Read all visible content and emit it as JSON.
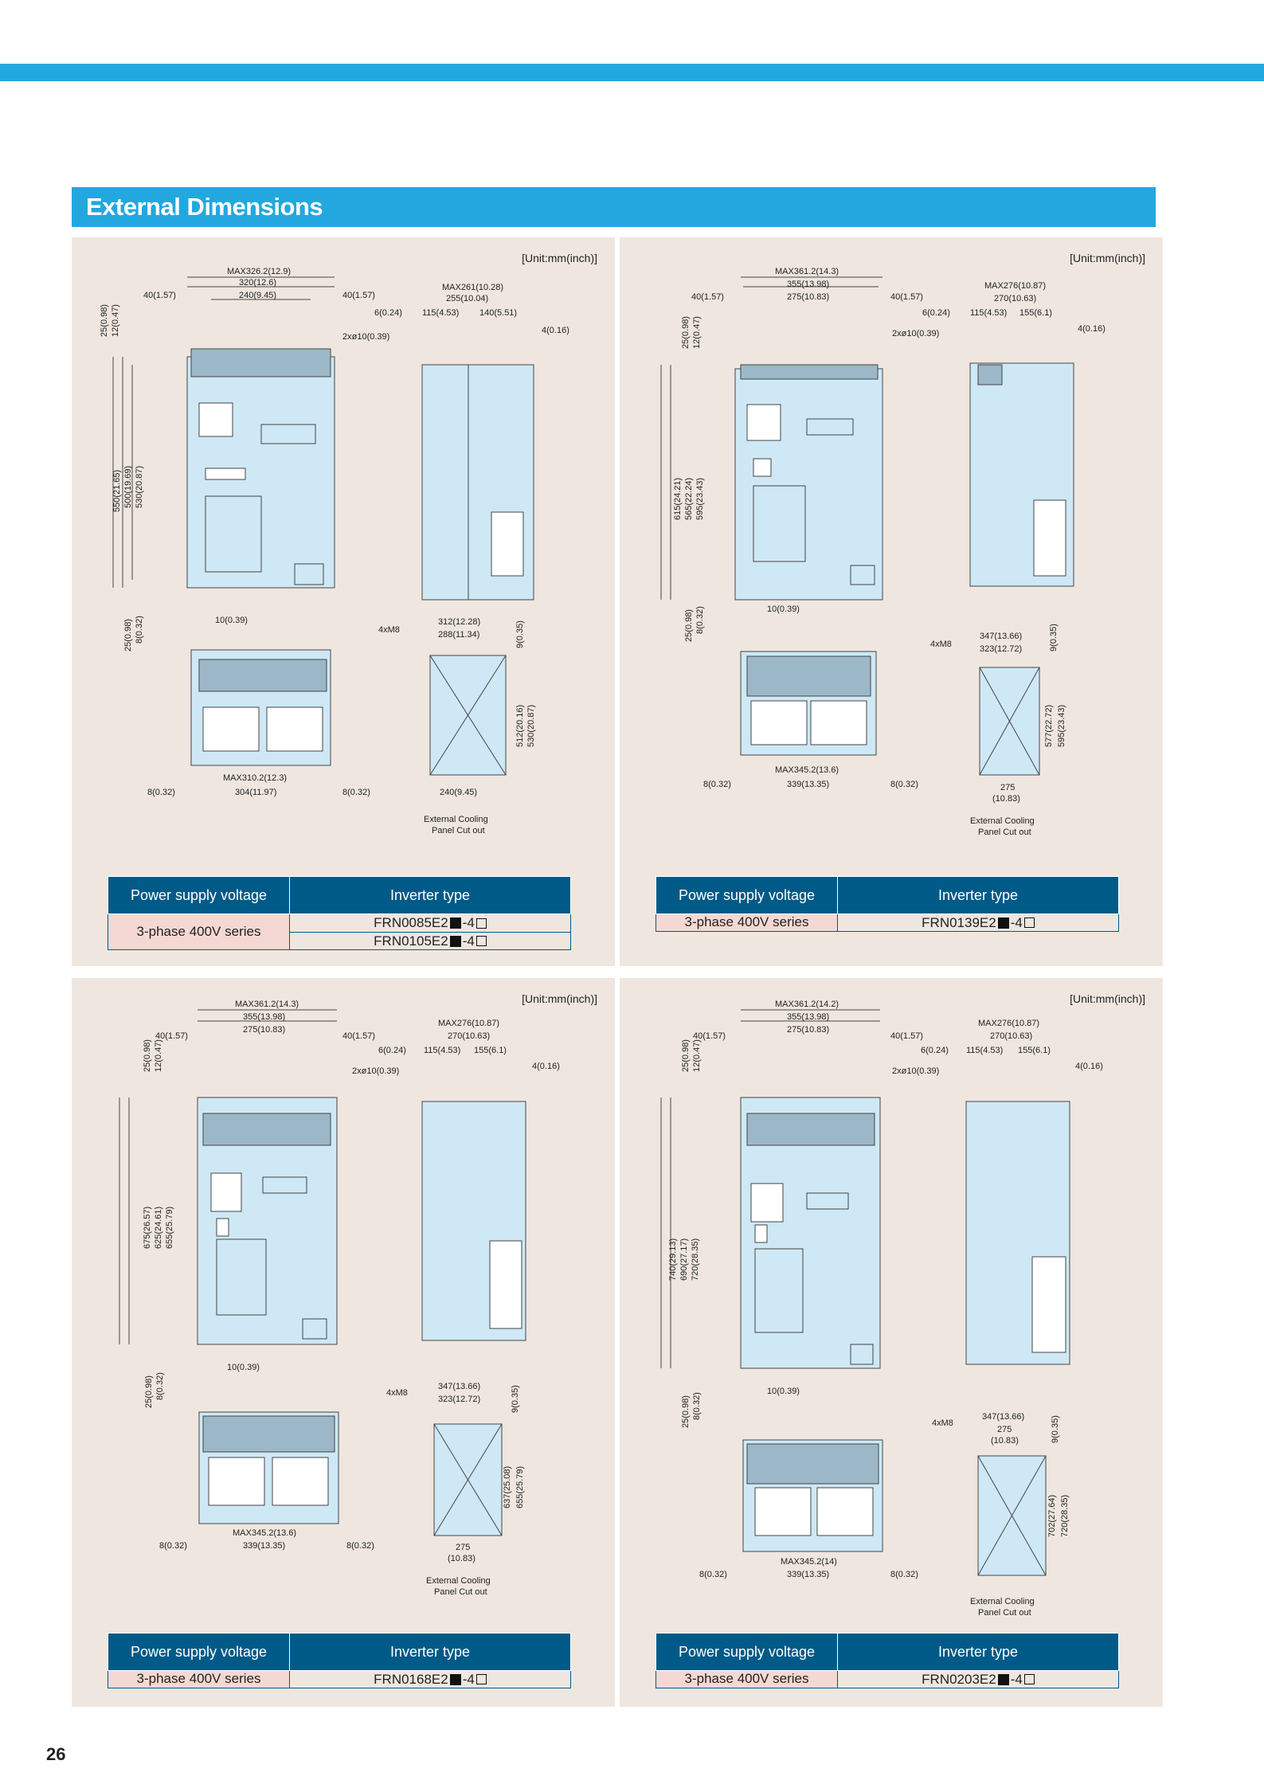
{
  "section_title": "External Dimensions",
  "page_number": "26",
  "unit_label": "[Unit:mm(inch)]",
  "table_headers": {
    "voltage": "Power supply voltage",
    "inverter": "Inverter type"
  },
  "panels": [
    {
      "voltage": "3-phase 400V series",
      "models": [
        "FRN0085E2",
        "FRN0105E2"
      ],
      "suffix": "-4",
      "dims_top": [
        "MAX326.2(12.9)",
        "320(12.6)",
        "240(9.45)",
        "40(1.57)",
        "40(1.57)"
      ],
      "dims_side": [
        "MAX261(10.28)",
        "255(10.04)",
        "115(4.53)",
        "140(5.51)",
        "6(0.24)",
        "4(0.16)",
        "2xø10(0.39)"
      ],
      "dims_left": [
        "25(0.98)",
        "12(0.47)",
        "550(21.65)",
        "500(19.69)",
        "530(20.87)",
        "25(0.98)",
        "8(0.32)",
        "10(0.39)"
      ],
      "dims_bottom": [
        "MAX310.2(12.3)",
        "304(11.97)",
        "8(0.32)",
        "8(0.32)"
      ],
      "dims_cut": [
        "4xM8",
        "312(12.28)",
        "288(11.34)",
        "9(0.35)",
        "512(20.16)",
        "530(20.87)",
        "240(9.45)"
      ],
      "cut_label": [
        "External Cooling",
        "Panel Cut out"
      ]
    },
    {
      "voltage": "3-phase 400V series",
      "models": [
        "FRN0139E2"
      ],
      "suffix": "-4",
      "dims_top": [
        "MAX361.2(14.3)",
        "355(13.98)",
        "275(10.83)",
        "40(1.57)",
        "40(1.57)"
      ],
      "dims_side": [
        "MAX276(10.87)",
        "270(10.63)",
        "115(4.53)",
        "155(6.1)",
        "6(0.24)",
        "4(0.16)",
        "2xø10(0.39)"
      ],
      "dims_left": [
        "25(0.98)",
        "12(0.47)",
        "615(24.21)",
        "565(22.24)",
        "595(23.43)",
        "25(0.98)",
        "8(0.32)",
        "10(0.39)"
      ],
      "dims_bottom": [
        "MAX345.2(13.6)",
        "339(13.35)",
        "8(0.32)",
        "8(0.32)"
      ],
      "dims_cut": [
        "4xM8",
        "347(13.66)",
        "323(12.72)",
        "9(0.35)",
        "577(22.72)",
        "595(23.43)",
        "275",
        "(10.83)"
      ],
      "cut_label": [
        "External Cooling",
        "Panel Cut out"
      ]
    },
    {
      "voltage": "3-phase 400V series",
      "models": [
        "FRN0168E2"
      ],
      "suffix": "-4",
      "dims_top": [
        "MAX361.2(14.3)",
        "355(13.98)",
        "275(10.83)",
        "40(1.57)",
        "40(1.57)"
      ],
      "dims_side": [
        "MAX276(10.87)",
        "270(10.63)",
        "115(4.53)",
        "155(6.1)",
        "6(0.24)",
        "4(0.16)",
        "2xø10(0.39)"
      ],
      "dims_left": [
        "25(0.98)",
        "12(0.47)",
        "675(26.57)",
        "625(24.61)",
        "655(25.79)",
        "25(0.98)",
        "8(0.32)",
        "10(0.39)"
      ],
      "dims_bottom": [
        "MAX345.2(13.6)",
        "339(13.35)",
        "8(0.32)",
        "8(0.32)"
      ],
      "dims_cut": [
        "4xM8",
        "347(13.66)",
        "323(12.72)",
        "9(0.35)",
        "637(25.08)",
        "655(25.79)",
        "275",
        "(10.83)"
      ],
      "cut_label": [
        "External Cooling",
        "Panel Cut out"
      ]
    },
    {
      "voltage": "3-phase 400V series",
      "models": [
        "FRN0203E2"
      ],
      "suffix": "-4",
      "dims_top": [
        "MAX361.2(14.2)",
        "355(13.98)",
        "275(10.83)",
        "40(1.57)",
        "40(1.57)"
      ],
      "dims_side": [
        "MAX276(10.87)",
        "270(10.63)",
        "115(4.53)",
        "155(6.1)",
        "6(0.24)",
        "4(0.16)",
        "2xø10(0.39)"
      ],
      "dims_left": [
        "25(0.98)",
        "12(0.47)",
        "740(29.13)",
        "690(27.17)",
        "720(28.35)",
        "25(0.98)",
        "8(0.32)",
        "10(0.39)"
      ],
      "dims_bottom": [
        "MAX345.2(14)",
        "339(13.35)",
        "8(0.32)",
        "8(0.32)"
      ],
      "dims_cut": [
        "4xM8",
        "347(13.66)",
        "275",
        "(10.83)",
        "9(0.35)",
        "702(27.64)",
        "720(28.35)"
      ],
      "cut_label": [
        "External Cooling",
        "Panel Cut out"
      ]
    }
  ]
}
